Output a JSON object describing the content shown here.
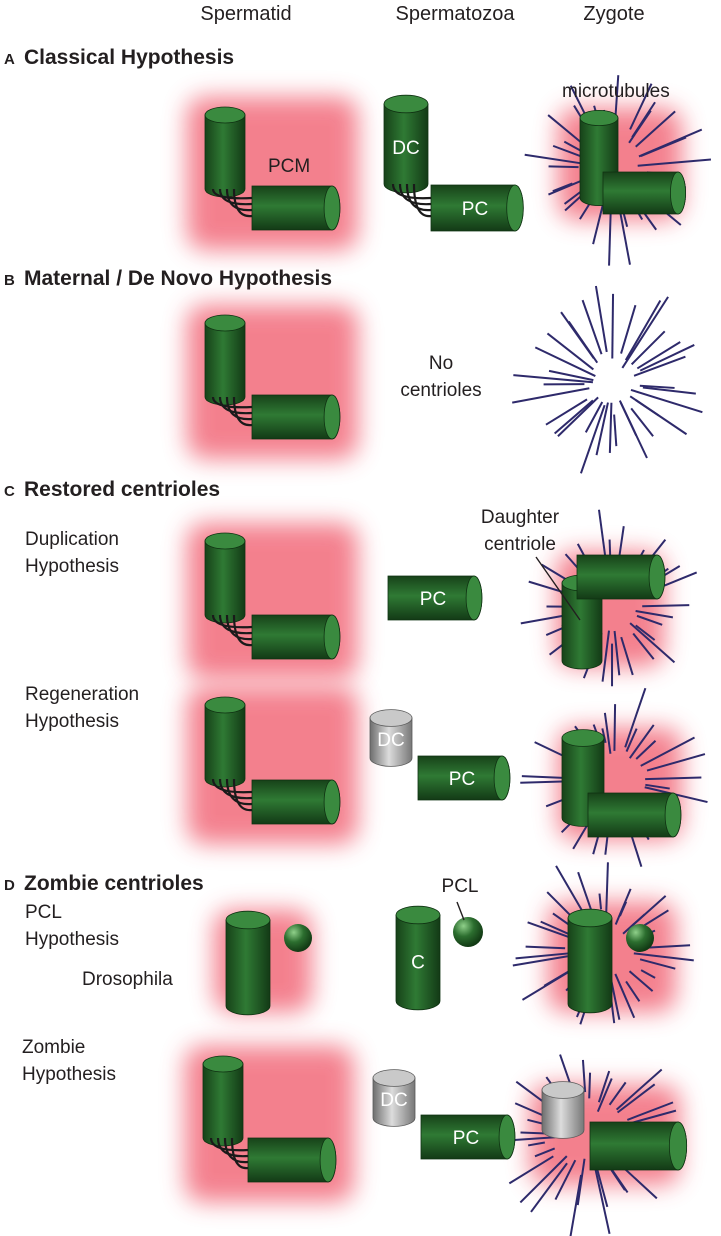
{
  "columns": [
    "Spermatid",
    "Spermatozoa",
    "Zygote"
  ],
  "sections": {
    "a": {
      "letter": "A",
      "title": "Classical Hypothesis"
    },
    "b": {
      "letter": "B",
      "title": "Maternal / De Novo Hypothesis"
    },
    "c": {
      "letter": "C",
      "title": "Restored centrioles"
    },
    "d": {
      "letter": "D",
      "title": "Zombie centrioles"
    }
  },
  "labels": {
    "pcm": "PCM",
    "microtubules": "microtubules",
    "dc": "DC",
    "pc": "PC",
    "c": "C",
    "pcl": "PCL",
    "no_centrioles_1": "No",
    "no_centrioles_2": "centrioles",
    "daughter_1": "Daughter",
    "daughter_2": "centriole",
    "duplication_1": "Duplication",
    "duplication_2": "Hypothesis",
    "regeneration_1": "Regeneration",
    "regeneration_2": "Hypothesis",
    "pcl_hyp_1": "PCL",
    "pcl_hyp_2": "Hypothesis",
    "drosophila": "Drosophila",
    "zombie_1": "Zombie",
    "zombie_2": "Hypothesis"
  },
  "colors": {
    "centriole_green": "#1f5a24",
    "centriole_gray": "#9a9a9a",
    "pcm_glow": "#f26a7a",
    "microtubule": "#2e2a6b",
    "text": "#231f20"
  }
}
